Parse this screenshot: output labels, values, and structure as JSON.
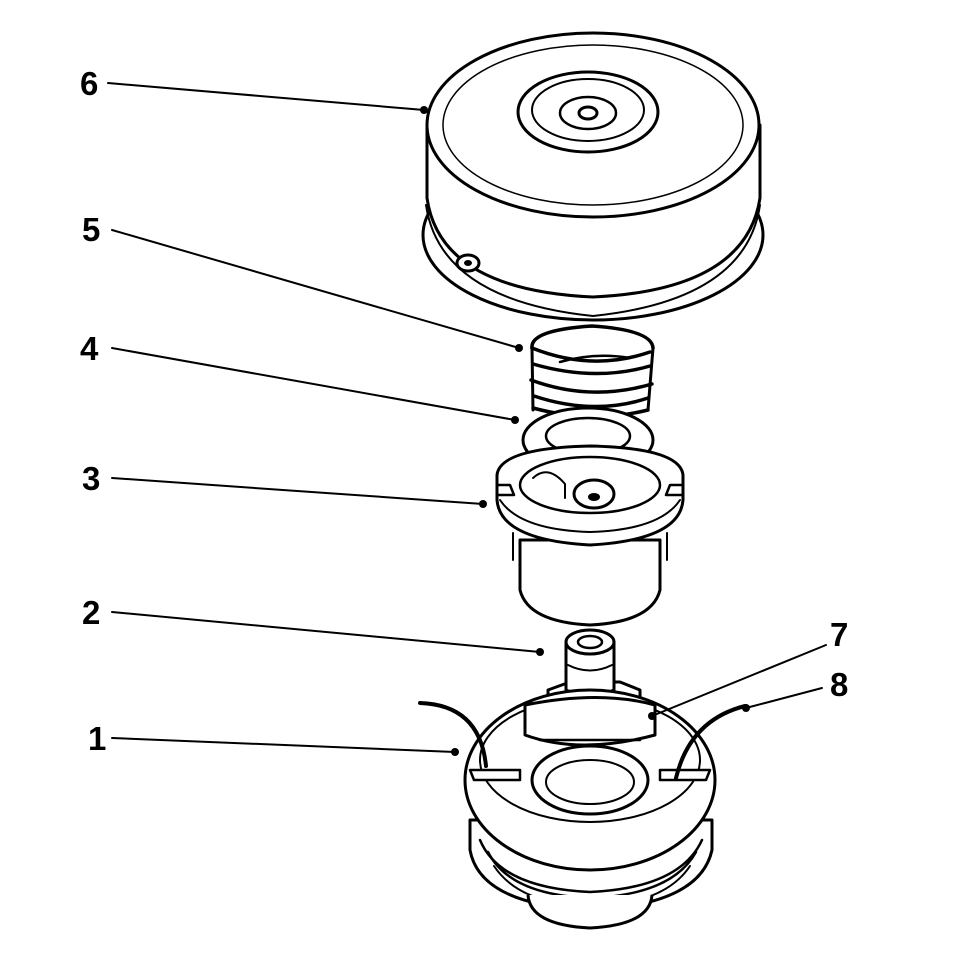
{
  "callouts": {
    "c1": "1",
    "c2": "2",
    "c3": "3",
    "c4": "4",
    "c5": "5",
    "c6": "6",
    "c7": "7",
    "c8": "8"
  },
  "colors": {
    "ink": "#000000",
    "paper": "#ffffff"
  }
}
